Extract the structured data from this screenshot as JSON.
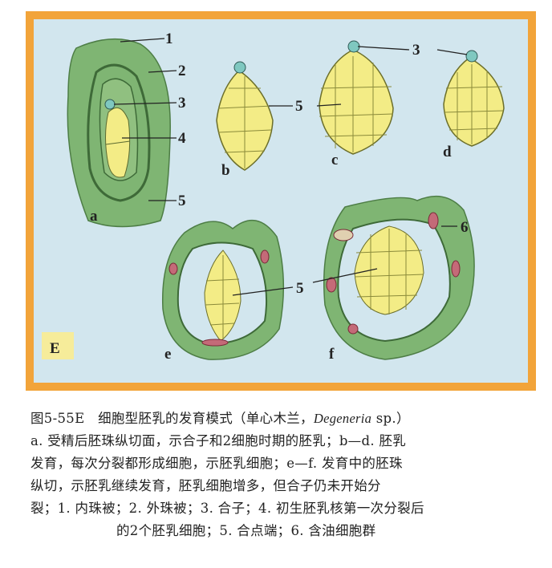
{
  "figure": {
    "panel_letter": "E",
    "labels": {
      "n1": "1",
      "n2": "2",
      "n3": "3",
      "n4": "4",
      "n5": "5",
      "n6": "6",
      "a": "a",
      "b": "b",
      "c": "c",
      "d": "d",
      "e": "e",
      "f": "f"
    }
  },
  "caption": {
    "title_num": "图5-55E",
    "title_text": "细胞型胚乳的发育模式（单心木兰，",
    "species": "Degeneria",
    "species_suffix": " sp.）",
    "lines": [
      "a. 受精后胚珠纵切面，示合子和2细胞时期的胚乳；b—d. 胚乳",
      "发育，每次分裂都形成细胞，示胚乳细胞；e—f. 发育中的胚珠",
      "纵切，示胚乳继续发育，胚乳细胞增多，但合子仍未开始分",
      "裂；1. 内珠被；2. 外珠被；3. 合子；4. 初生胚乳核第一次分裂后",
      "的2个胚乳细胞；5. 合点端；6. 含油细胞群"
    ]
  }
}
